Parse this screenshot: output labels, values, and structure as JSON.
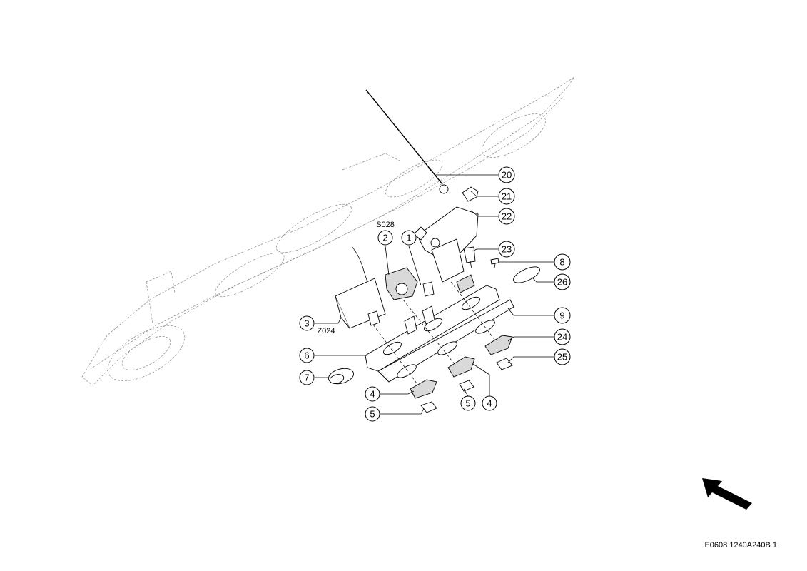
{
  "callouts": {
    "c1": "1",
    "c2": "2",
    "c3": "3",
    "c4a": "4",
    "c4b": "4",
    "c5a": "5",
    "c5b": "5",
    "c6": "6",
    "c7": "7",
    "c8": "8",
    "c9": "9",
    "c20": "20",
    "c21": "21",
    "c22": "22",
    "c23": "23",
    "c24": "24",
    "c25": "25",
    "c26": "26"
  },
  "annotations": {
    "s028": "S028",
    "z024": "Z024"
  },
  "direction_arrow": "arrow-icon",
  "reference_code": "E0608 1240A240B 1"
}
